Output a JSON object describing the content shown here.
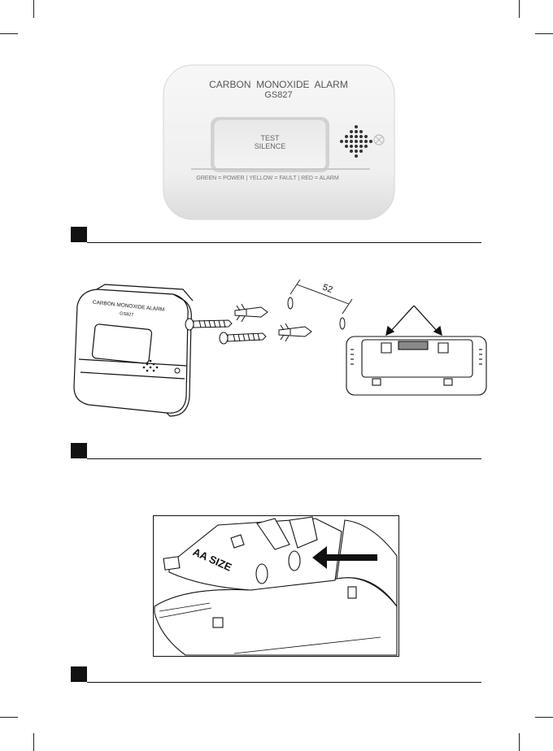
{
  "device": {
    "title": "CARBON  MONOXIDE  ALARM",
    "model": "GS827",
    "button_line1": "TEST",
    "button_line2": "SILENCE",
    "legend": "GREEN = POWER | YELLOW = FAULT | RED = ALARM"
  },
  "mounting": {
    "side_title": "CARBON  MONOXIDE  ALARM",
    "side_model": "GS827",
    "hole_spacing": "52"
  },
  "battery": {
    "label": "AA SIZE"
  },
  "icons": [
    "warning-triangle-icon",
    "arrow-right-icon",
    "arrow-down-icon"
  ]
}
